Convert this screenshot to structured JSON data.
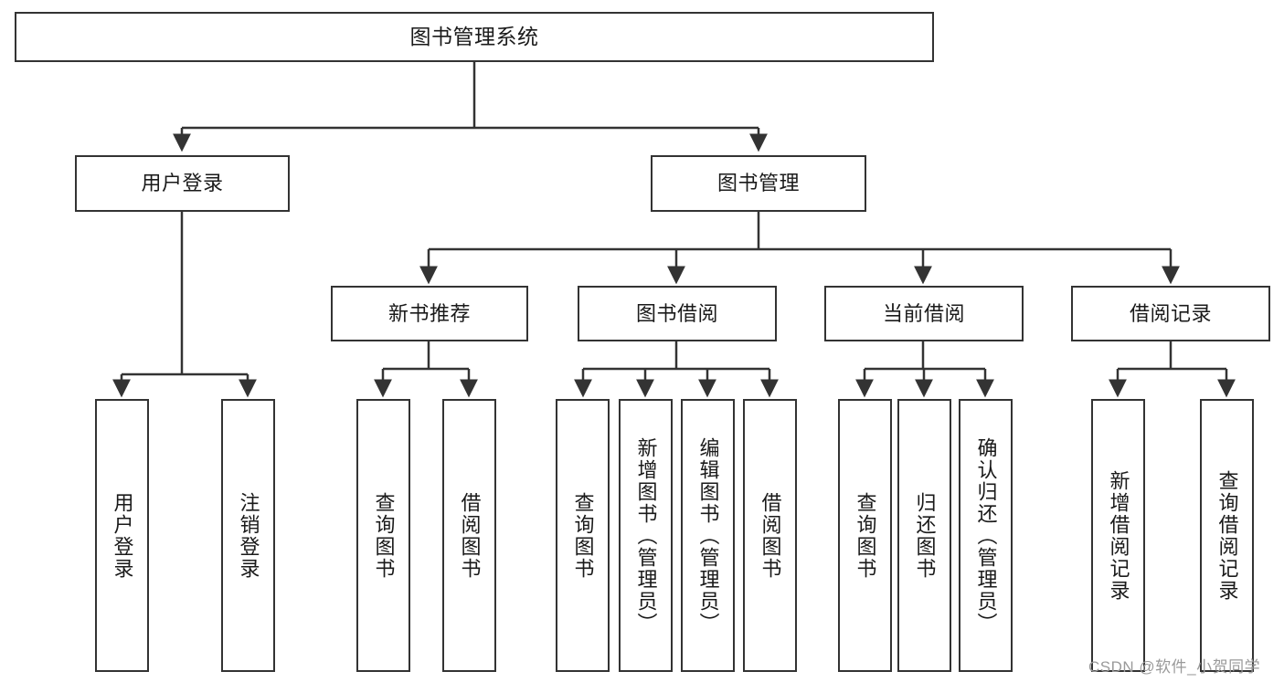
{
  "diagram": {
    "type": "hierarchy-tree",
    "title": "图书管理系统",
    "background_color": "#ffffff",
    "line_color": "#333333",
    "box_border_color": "#333333",
    "text_color": "#1a1a1a",
    "nodes": {
      "root": {
        "label": "图书管理系统"
      },
      "level2": [
        {
          "id": "user-login",
          "label": "用户登录"
        },
        {
          "id": "book-management",
          "label": "图书管理"
        }
      ],
      "level3": [
        {
          "id": "new-book-recommend",
          "label": "新书推荐"
        },
        {
          "id": "book-borrow",
          "label": "图书借阅"
        },
        {
          "id": "current-borrow",
          "label": "当前借阅"
        },
        {
          "id": "borrow-record",
          "label": "借阅记录"
        }
      ],
      "leaves": {
        "user-login": [
          {
            "id": "leaf-user-login",
            "label": "用户登录"
          },
          {
            "id": "leaf-logout-login",
            "label": "注销登录"
          }
        ],
        "new-book-recommend": [
          {
            "id": "leaf-query-book-1",
            "label": "查询图书"
          },
          {
            "id": "leaf-borrow-book-1",
            "label": "借阅图书"
          }
        ],
        "book-borrow": [
          {
            "id": "leaf-query-book-2",
            "label": "查询图书"
          },
          {
            "id": "leaf-add-book",
            "label": "新增图书（管理员）"
          },
          {
            "id": "leaf-edit-book",
            "label": "编辑图书（管理员）"
          },
          {
            "id": "leaf-borrow-book-2",
            "label": "借阅图书"
          }
        ],
        "current-borrow": [
          {
            "id": "leaf-query-book-3",
            "label": "查询图书"
          },
          {
            "id": "leaf-return-book",
            "label": "归还图书"
          },
          {
            "id": "leaf-confirm-return",
            "label": "确认归还（管理员）"
          }
        ],
        "borrow-record": [
          {
            "id": "leaf-add-record",
            "label": "新增借阅记录"
          },
          {
            "id": "leaf-query-record",
            "label": "查询借阅记录"
          }
        ]
      }
    }
  },
  "watermark": {
    "text": "CSDN @软件_小贺同学"
  }
}
